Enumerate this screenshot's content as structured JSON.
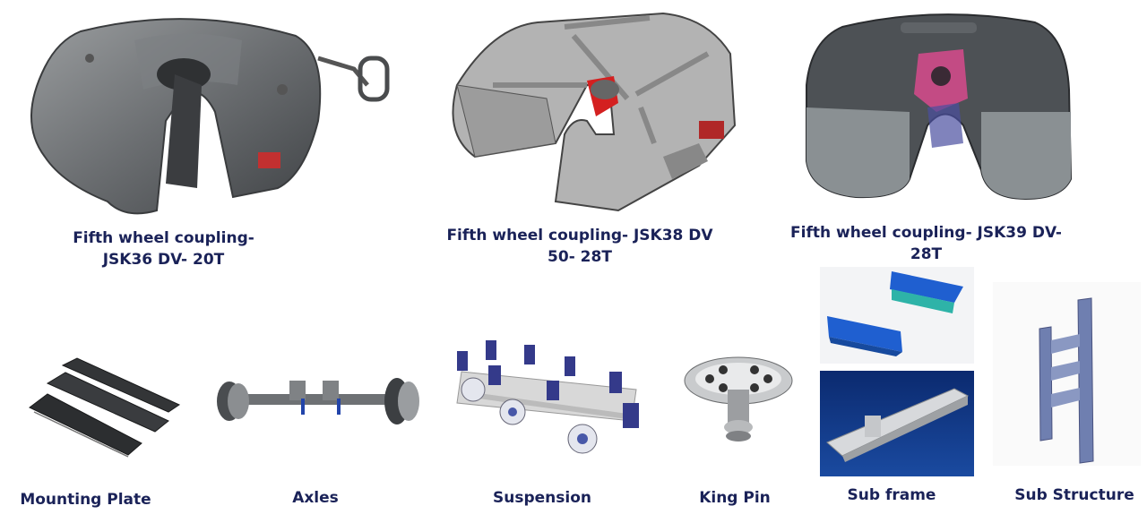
{
  "products": [
    {
      "id": "jsk36",
      "caption_line1": "Fifth wheel coupling-",
      "caption_line2": "JSK36 DV- 20T"
    },
    {
      "id": "jsk38",
      "caption_line1": "Fifth wheel coupling- JSK38 DV",
      "caption_line2": "50- 28T"
    },
    {
      "id": "jsk39",
      "caption_line1": "Fifth wheel coupling- JSK39 DV- 28T"
    },
    {
      "id": "mounting-plate",
      "caption": "Mounting Plate"
    },
    {
      "id": "axles",
      "caption": "Axles"
    },
    {
      "id": "suspension",
      "caption": "Suspension"
    },
    {
      "id": "king-pin",
      "caption": "King Pin"
    },
    {
      "id": "sub-frame",
      "caption": "Sub frame"
    },
    {
      "id": "sub-structure",
      "caption": "Sub Structure"
    }
  ],
  "colors": {
    "caption": "#1a2258",
    "steel_dark": "#5d6063",
    "steel_mid": "#8a8d90",
    "blue_part": "#1f5fd0",
    "red_part": "#e02020"
  }
}
